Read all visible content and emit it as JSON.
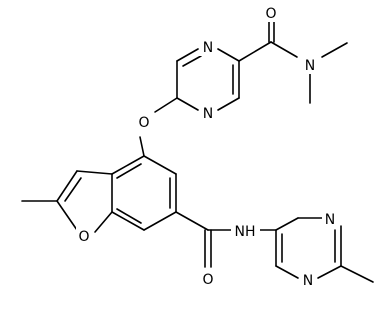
{
  "atoms": {
    "o_amide_top": "O",
    "n_dimethyl": "N",
    "n_pyrimidine_a": "N",
    "n_pyrimidine_b": "N",
    "o_ether": "O",
    "o_furan": "O",
    "nh_amide": "NH",
    "o_amide_bottom": "O",
    "n_pyrazine_a": "N",
    "n_pyrazine_b": "N"
  },
  "colors": {
    "bond": "#000000",
    "label": "#000000",
    "background": "#ffffff"
  }
}
